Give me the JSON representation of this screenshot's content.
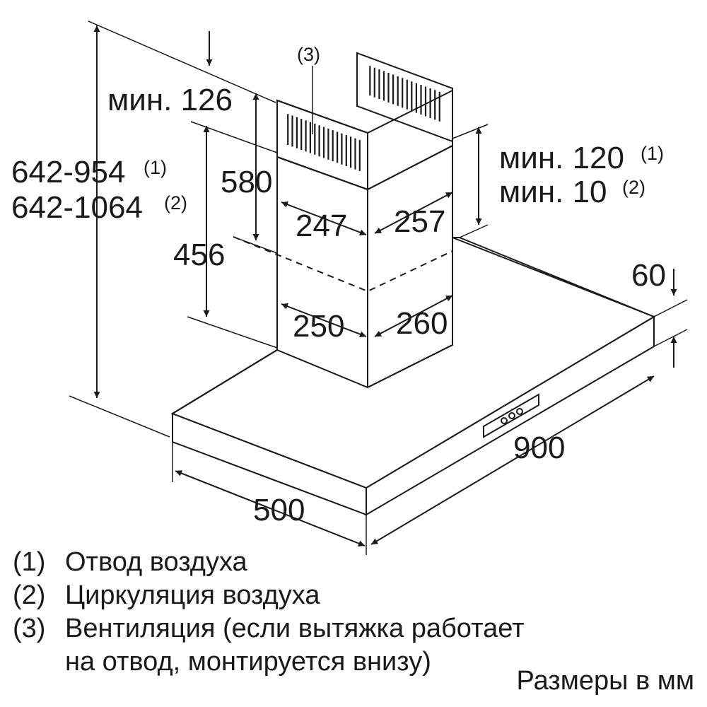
{
  "dimensions": {
    "min_126": "мин. 126",
    "d_580": "580",
    "d_456": "456",
    "h_range_1": "642-954",
    "h_range_2": "642-1064",
    "d_247": "247",
    "d_257": "257",
    "d_250": "250",
    "d_260": "260",
    "min_120": "мин. 120",
    "min_10": "мин. 10",
    "d_60": "60",
    "d_900": "900",
    "d_500": "500"
  },
  "refs": {
    "r1": "(1)",
    "r2": "(2)",
    "r3": "(3)"
  },
  "legend": [
    {
      "num": "(1)",
      "text": "Отвод воздуха"
    },
    {
      "num": "(2)",
      "text": "Циркуляция воздуха"
    },
    {
      "num": "(3)",
      "text": "Вентиляция (если вытяжка работает на отвод, монтируется внизу)"
    }
  ],
  "units_note": "Размеры в мм"
}
